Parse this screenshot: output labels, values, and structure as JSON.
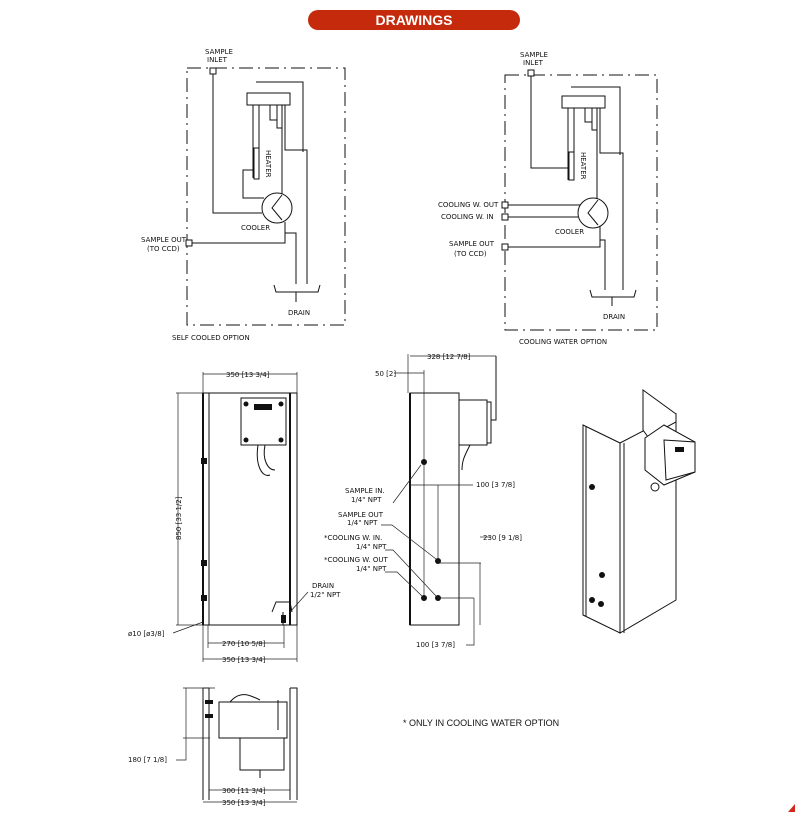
{
  "header": {
    "title": "DRAWINGS"
  },
  "schematic_self_cooled": {
    "sample_label": "SAMPLE",
    "inlet_label": "INLET",
    "heater": "HEATER",
    "cooler": "COOLER",
    "sample_out": "SAMPLE OUT",
    "to_ccd": "(TO CCD)",
    "drain": "DRAIN",
    "caption": "SELF COOLED OPTION"
  },
  "schematic_cooling_water": {
    "sample_label": "SAMPLE",
    "inlet_label": "INLET",
    "heater": "HEATER",
    "cooling_out": "COOLING W. OUT",
    "cooling_in": "COOLING W. IN",
    "cooler": "COOLER",
    "sample_out": "SAMPLE OUT",
    "to_ccd": "(TO CCD)",
    "drain": "DRAIN",
    "caption": "COOLING WATER OPTION"
  },
  "front_view": {
    "width_top": "350 [13 3/4]",
    "height": "850 [33 1/2]",
    "drain_label": "DRAIN",
    "drain_size": "1/2\" NPT",
    "hole": "ø10 [ø3/8]",
    "mount_spacing": "270 [10 5/8]",
    "width_bottom": "350 [13 3/4]"
  },
  "side_view": {
    "depth": "328 [12 7/8]",
    "offset": "50 [2]",
    "sample_in": "SAMPLE IN.",
    "sample_in_size": "1/4\" NPT",
    "sample_out": "SAMPLE OUT",
    "sample_out_size": "1/4\" NPT",
    "cooling_in": "*COOLING W. IN.",
    "cooling_in_size": "1/4\" NPT",
    "cooling_out": "*COOLING W. OUT",
    "cooling_out_size": "1/4\" NPT",
    "dim_100_top": "100 [3 7/8]",
    "dim_230": "230 [9 1/8]",
    "dim_100_bottom": "100 [3 7/8]"
  },
  "top_view": {
    "depth": "180 [7 1/8]",
    "inner_width": "300 [11 3/4]",
    "outer_width": "350 [13 3/4]"
  },
  "note": "* ONLY IN COOLING WATER OPTION"
}
